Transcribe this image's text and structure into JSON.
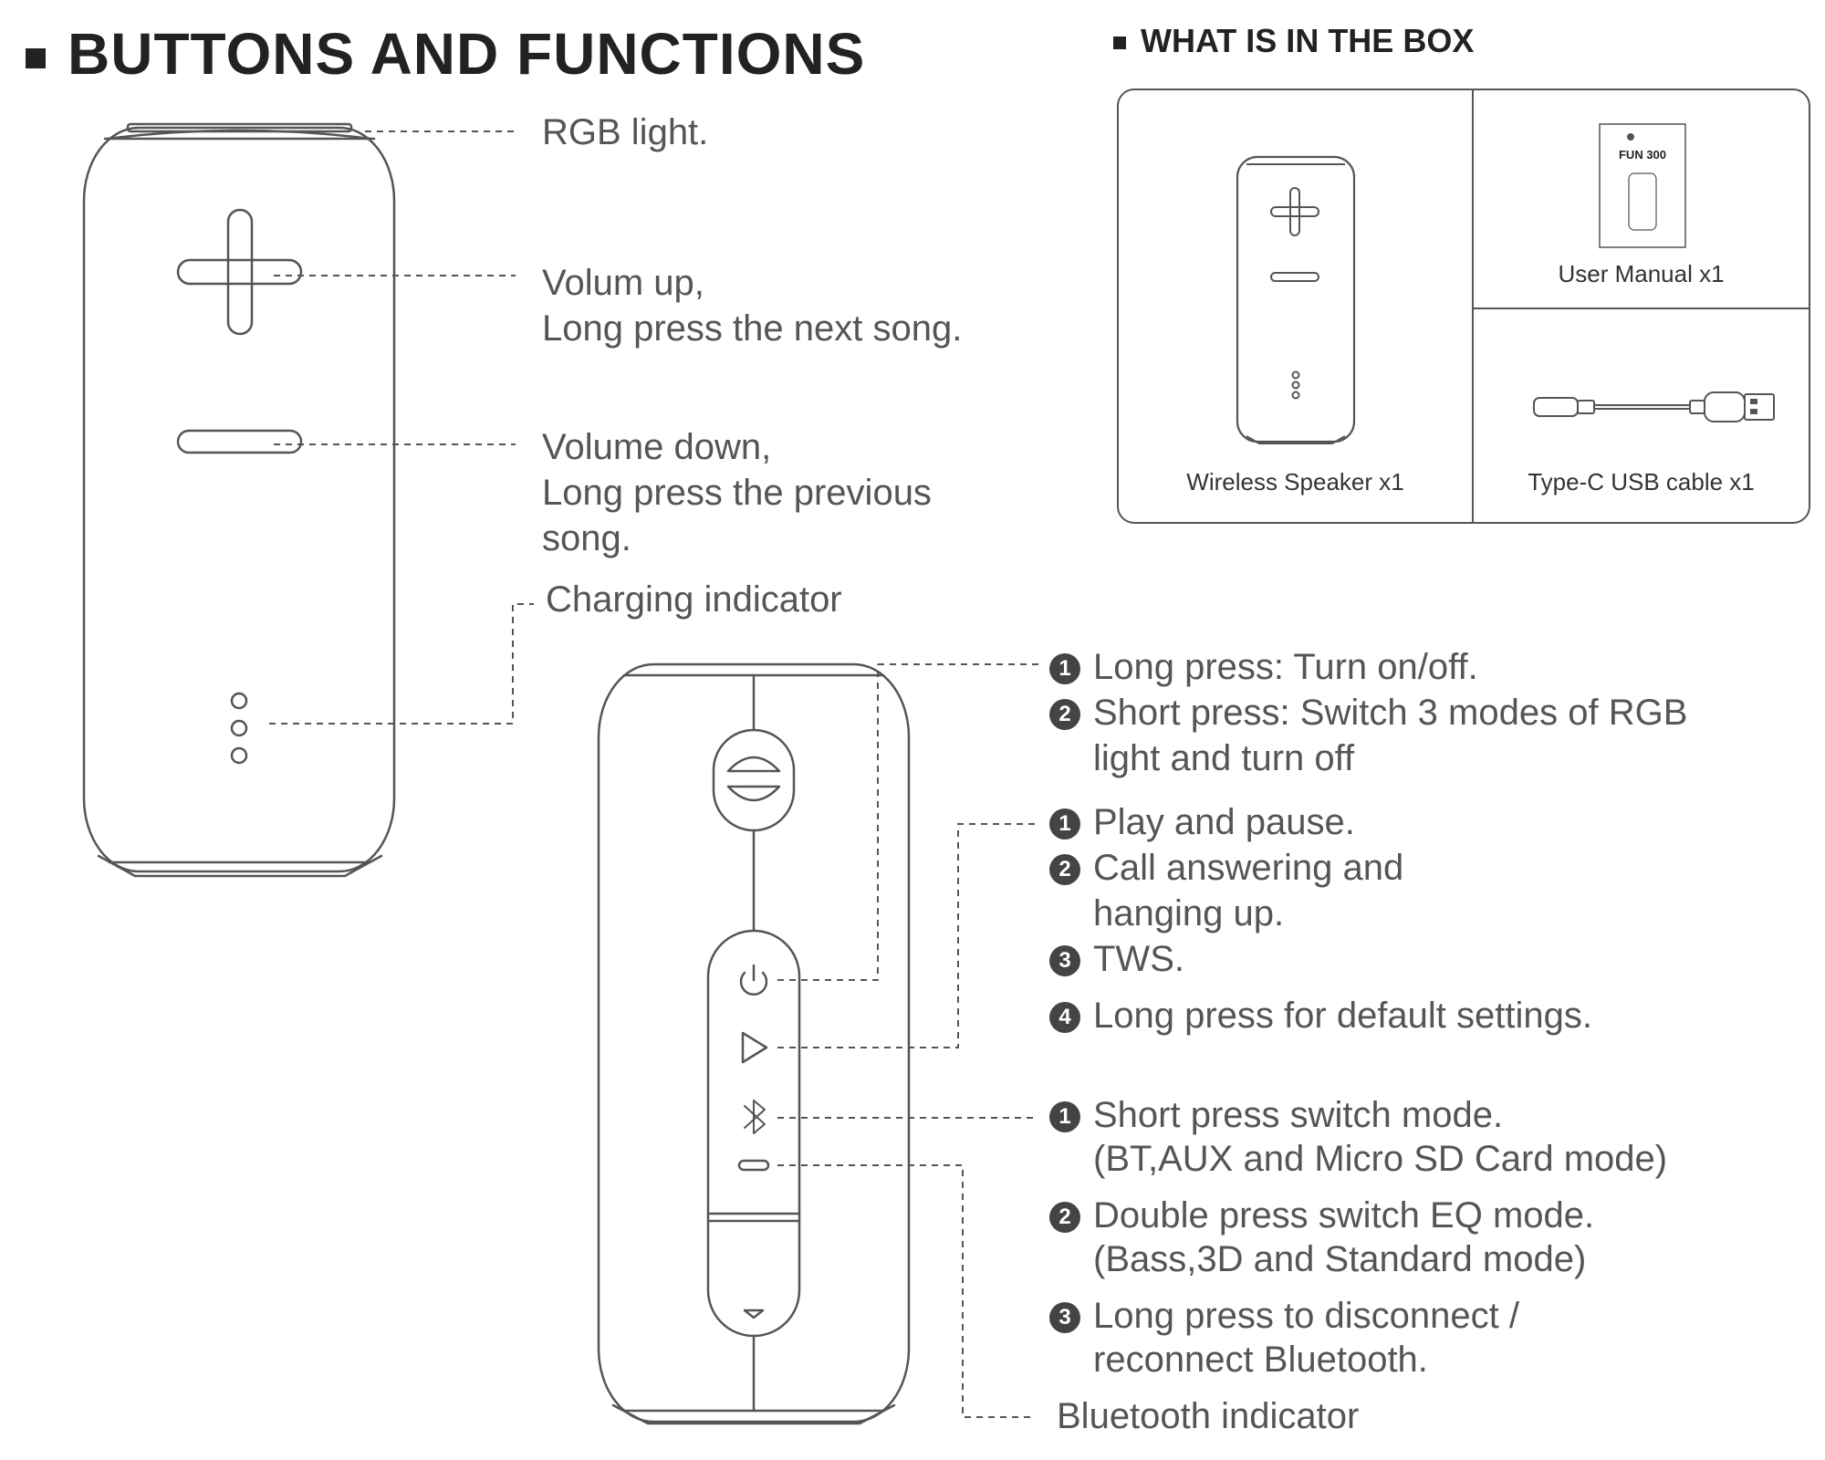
{
  "headings": {
    "buttons": "BUTTONS AND FUNCTIONS",
    "box": "WHAT IS IN THE BOX"
  },
  "front_labels": {
    "rgb": "RGB light.",
    "vol_up_1": "Volum up,",
    "vol_up_2": "Long press the next song.",
    "vol_down_1": "Volume down,",
    "vol_down_2": "Long press the previous",
    "vol_down_3": "song.",
    "charging": "Charging indicator"
  },
  "back_labels": {
    "power": {
      "items": [
        {
          "num": "1",
          "text": "Long press:  Turn on/off."
        },
        {
          "num": "2",
          "text": "Short press: Switch 3 modes of RGB"
        }
      ],
      "cont": "light and turn off"
    },
    "play": {
      "items": [
        {
          "num": "1",
          "text": "Play and pause."
        },
        {
          "num": "2",
          "text": "Call answering and"
        },
        {
          "num": "3",
          "text": "TWS."
        },
        {
          "num": "4",
          "text": "Long press for default settings."
        }
      ],
      "cont": "hanging up."
    },
    "bt": {
      "items": [
        {
          "num": "1",
          "text": "Short press switch mode."
        },
        {
          "num": "2",
          "text": "Double press switch EQ mode."
        },
        {
          "num": "3",
          "text": "Long press to disconnect /"
        }
      ],
      "cont": [
        "(BT,AUX and Micro SD Card mode)",
        "(Bass,3D and Standard mode)",
        "reconnect Bluetooth."
      ]
    },
    "bt_indicator": "Bluetooth indicator"
  },
  "box": {
    "speaker": "Wireless Speaker   x1",
    "manual": "User Manual   x1",
    "cable": "Type-C USB cable   x1",
    "manual_cover_title": "FUN 300"
  },
  "icons": [
    "power-icon",
    "play-icon",
    "bluetooth-icon",
    "indicator-icon",
    "plus-icon",
    "minus-icon"
  ],
  "colors": {
    "line": "#555555",
    "heading": "#222222",
    "text": "#555555"
  }
}
